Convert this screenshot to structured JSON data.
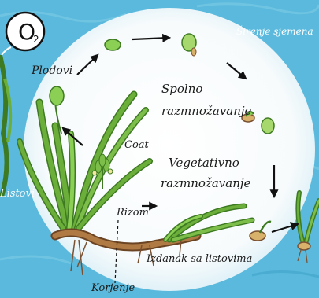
{
  "badge": {
    "main": "O",
    "sub": "2"
  },
  "labels": {
    "plodovi": "Plodovi",
    "sirenje": "Širenje sjemena",
    "spolno_1": "Spolno",
    "spolno_2": "razmnožavanje",
    "coat": "Coat",
    "vegetativno_1": "Vegetativno",
    "vegetativno_2": "razmnožavanje",
    "rizom": "Rizom",
    "izdanak": "Izdanak sa listovima",
    "korijenje": "Korjenje",
    "listovi": "Listovi"
  },
  "colors": {
    "water": "#5ab9dc",
    "water_dark": "#3fa4ca",
    "circle": "#ffffff",
    "leaf": "#6cae3a",
    "leaf_dark": "#3d7a22",
    "rhizome": "#9c6a3a",
    "arrow": "#111111"
  }
}
